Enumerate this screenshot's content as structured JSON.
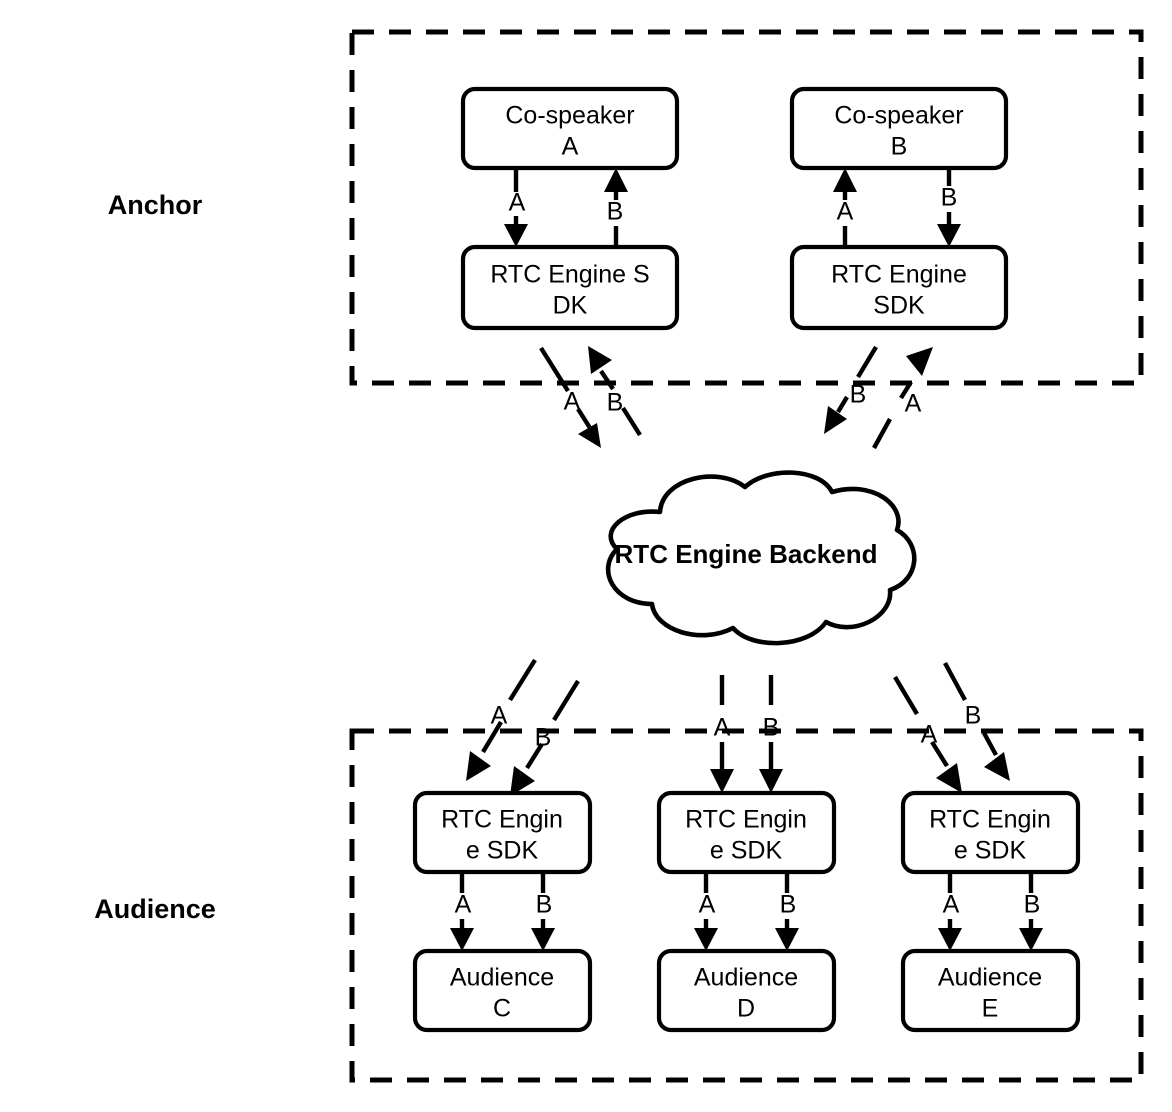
{
  "diagram": {
    "title_labels": {
      "anchor": "Anchor",
      "audience": "Audience"
    },
    "colors": {
      "stroke": "#000000",
      "fill": "#ffffff",
      "background": "#ffffff"
    },
    "anchor_group": {
      "label": "Anchor",
      "columns": [
        {
          "speaker_line1": "Co-speaker",
          "speaker_line2": "A",
          "sdk_line1": "RTC Engine S",
          "sdk_line2": "DK",
          "edge_down_label": "A",
          "edge_up_label": "B",
          "cloud_out_label": "A",
          "cloud_in_label": "B"
        },
        {
          "speaker_line1": "Co-speaker",
          "speaker_line2": "B",
          "sdk_line1": "RTC Engine",
          "sdk_line2": "SDK",
          "edge_down_label": "A",
          "edge_up_label": "B",
          "cloud_out_label": "B",
          "cloud_in_label": "A"
        }
      ]
    },
    "cloud": {
      "label": "RTC Engine Backend"
    },
    "audience_group": {
      "label": "Audience",
      "columns": [
        {
          "sdk_line1": "RTC Engin",
          "sdk_line2": "e SDK",
          "audience_line1": "Audience",
          "audience_line2": "C",
          "cloud_in_label_a": "A",
          "cloud_in_label_b": "B",
          "sdk_out_label_a": "A",
          "sdk_out_label_b": "B"
        },
        {
          "sdk_line1": "RTC Engin",
          "sdk_line2": "e SDK",
          "audience_line1": "Audience",
          "audience_line2": "D",
          "cloud_in_label_a": "A",
          "cloud_in_label_b": "B",
          "sdk_out_label_a": "A",
          "sdk_out_label_b": "B"
        },
        {
          "sdk_line1": "RTC Engin",
          "sdk_line2": "e  SDK",
          "audience_line1": "Audience",
          "audience_line2": "E",
          "cloud_in_label_a": "A",
          "cloud_in_label_b": "B",
          "sdk_out_label_a": "A",
          "sdk_out_label_b": "B"
        }
      ]
    }
  }
}
